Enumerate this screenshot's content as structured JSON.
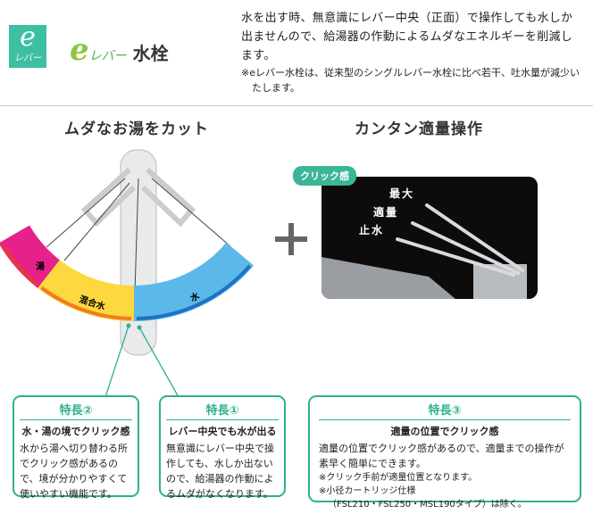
{
  "logo": {
    "square_e": "e",
    "square_lever": "レバー",
    "e": "e",
    "lever": "レバー",
    "faucet": "水栓"
  },
  "intro": {
    "text": "水を出す時、無意識にレバー中央（正面）で操作しても水しか出ませんので、給湯器の作動によるムダなエネルギーを削減します。",
    "note": "※eレバー水栓は、従来型のシングルレバー水栓に比べ若干、吐水量が減少いたします。"
  },
  "left": {
    "title": "ムダなお湯をカット",
    "hot": "湯",
    "mixed": "混合水",
    "water": "水"
  },
  "right": {
    "title": "カンタン適量操作",
    "bubble": "クリック感",
    "max": "最大",
    "proper": "適量",
    "stop": "止水"
  },
  "colors": {
    "hot": "#e6218a",
    "mixed": "#fdd83f",
    "water": "#5cb8e8",
    "accent": "#2eb08f"
  },
  "features": [
    {
      "title": "特長②",
      "subtitle": "水・湯の境でクリック感",
      "body": "水から湯へ切り替わる所でクリック感があるので、境が分かりやすくて使いやすい機能です。"
    },
    {
      "title": "特長①",
      "subtitle": "レバー中央でも水が出る",
      "body": "無意識にレバー中央で操作しても、水しか出ないので、給湯器の作動によるムダがなくなります。"
    },
    {
      "title": "特長③",
      "subtitle": "適量の位置でクリック感",
      "body": "適量の位置でクリック感があるので、適量までの操作が素早く簡単にできます。",
      "note1": "※クリック手前が適量位置となります。",
      "note2": "※小径カートリッジ仕様",
      "note3": "（FSL210・FSL250・MSL190タイプ）は除く。"
    }
  ]
}
